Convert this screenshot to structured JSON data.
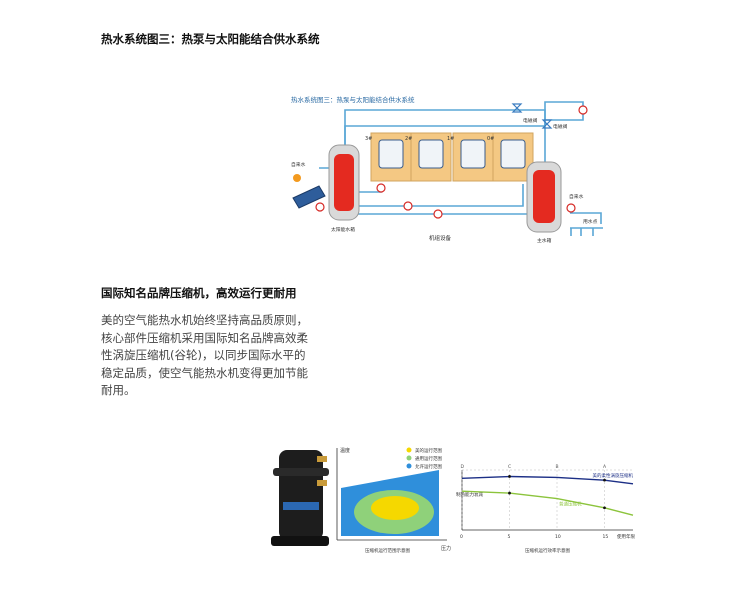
{
  "section1": {
    "heading": "热水系统图三：热泵与太阳能结合供水系统",
    "diagram": {
      "title": "热水系统图三：热泵与太阳能结合供水系统",
      "unit_labels": [
        "3#",
        "2#",
        "1#",
        "0#"
      ],
      "label_valve1": "电磁阀",
      "label_valve2": "电磁阀",
      "label_inlet": "自来水",
      "label_tank_left": "太阳能水箱",
      "label_equipment": "机组设备",
      "label_tank_right": "主水箱",
      "label_supply": "自来水",
      "label_outlet": "用水点"
    }
  },
  "section2": {
    "heading": "国际知名品牌压缩机，高效运行更耐用",
    "paragraph": "美的空气能热水机始终坚持高品质原则，核心部件压缩机采用国际知名品牌高效柔性涡旋压缩机(谷轮)，以同步国际水平的稳定品质，使空气能热水机变得更加节能耐用。",
    "left_chart": {
      "ylabel": "温度",
      "xlabel": "压力",
      "legend": [
        "美的运行范围",
        "通用运行范围",
        "允许运行范围"
      ],
      "caption": "压缩机运行范围示意图",
      "colors": [
        "#f5d800",
        "#8fd17a",
        "#2f8fdb"
      ]
    }
  },
  "chart_data": {
    "type": "line",
    "caption": "压缩机运行效率示意图",
    "xlabel": "使用年限",
    "ylabel": "制热能力衰减",
    "x_ticks": [
      "0",
      "5",
      "10",
      "15"
    ],
    "ref_labels": [
      "D",
      "C",
      "B",
      "A"
    ],
    "series": [
      {
        "name": "美的柔性涡旋压缩机",
        "color": "#1c2f86",
        "x": [
          0,
          5,
          10,
          15,
          18
        ],
        "y": [
          0.96,
          0.98,
          0.97,
          0.94,
          0.9
        ]
      },
      {
        "name": "普通压缩机",
        "color": "#8cc43c",
        "x": [
          0,
          5,
          10,
          15,
          18
        ],
        "y": [
          0.82,
          0.8,
          0.74,
          0.64,
          0.56
        ]
      }
    ],
    "xlim": [
      0,
      18
    ]
  }
}
